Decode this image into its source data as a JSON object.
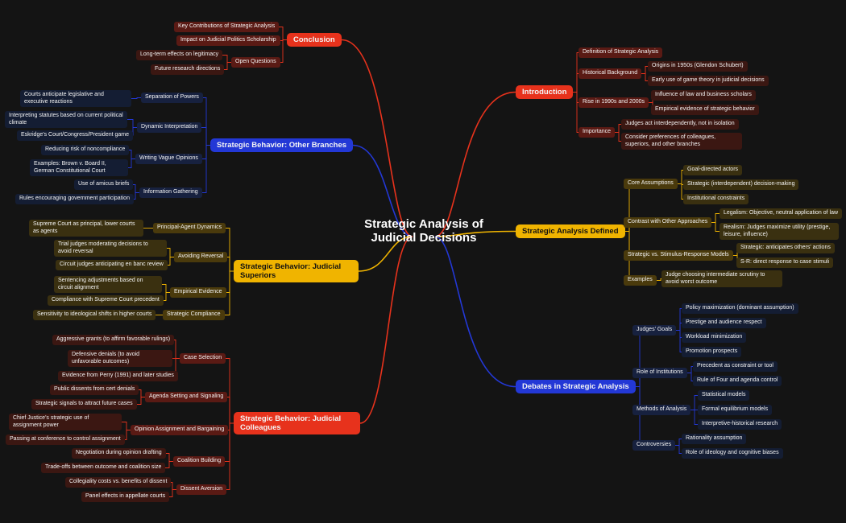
{
  "title": "Strategic Analysis of Judicial Decisions",
  "colors": {
    "red": "#e7321c",
    "yellow": "#f0b400",
    "blue": "#2338d6",
    "background": "#141414"
  },
  "branches": {
    "introduction": {
      "label": "Introduction",
      "definition": "Definition of Strategic Analysis",
      "historical": {
        "label": "Historical Background",
        "origins": "Origins in 1950s (Glendon Schubert)",
        "game_theory": "Early use of game theory in judicial decisions"
      },
      "rise": {
        "label": "Rise in 1990s and 2000s",
        "influence": "Influence of law and business scholars",
        "evidence": "Empirical evidence of strategic behavior"
      },
      "importance": {
        "label": "Importance",
        "interdependent": "Judges act interdependently, not in isolation",
        "preferences": "Consider preferences of colleagues, superiors, and other branches"
      }
    },
    "defined": {
      "label": "Strategic Analysis Defined",
      "core": {
        "label": "Core Assumptions",
        "goal": "Goal-directed actors",
        "strategic": "Strategic (interdependent) decision-making",
        "institutional": "Institutional constraints"
      },
      "contrast": {
        "label": "Contrast with Other Approaches",
        "legalism": "Legalism: Objective, neutral application of law",
        "realism": "Realism: Judges maximize utility (prestige, leisure, influence)"
      },
      "stimulus": {
        "label": "Strategic vs. Stimulus-Response Models",
        "strategic": "Strategic: anticipates others' actions",
        "sr": "S-R: direct response to case stimuli"
      },
      "examples": {
        "label": "Examples",
        "judge": "Judge choosing intermediate scrutiny to avoid worst outcome"
      }
    },
    "debates": {
      "label": "Debates in Strategic Analysis",
      "goals": {
        "label": "Judges' Goals",
        "policy": "Policy maximization (dominant assumption)",
        "prestige": "Prestige and audience respect",
        "workload": "Workload minimization",
        "promotion": "Promotion prospects"
      },
      "institutions": {
        "label": "Role of Institutions",
        "precedent": "Precedent as constraint or tool",
        "rule_four": "Rule of Four and agenda control"
      },
      "methods": {
        "label": "Methods of Analysis",
        "statistical": "Statistical models",
        "formal": "Formal equilibrium models",
        "interpretive": "Interpretive-historical research"
      },
      "controversies": {
        "label": "Controversies",
        "rationality": "Rationality assumption",
        "ideology": "Role of ideology and cognitive biases"
      }
    },
    "conclusion": {
      "label": "Conclusion",
      "contributions": "Key Contributions of Strategic Analysis",
      "impact": "Impact on Judicial Politics Scholarship",
      "open": {
        "label": "Open Questions",
        "legitimacy": "Long-term effects on legitimacy",
        "future": "Future research directions"
      }
    },
    "other_branches": {
      "label": "Strategic Behavior: Other Branches",
      "separation": {
        "label": "Separation of Powers",
        "anticipate": "Courts anticipate legislative and executive reactions"
      },
      "dynamic": {
        "label": "Dynamic Interpretation",
        "statutes": "Interpreting statutes based on current political climate",
        "eskridge": "Eskridge's Court/Congress/President game"
      },
      "vague": {
        "label": "Writing Vague Opinions",
        "noncompliance": "Reducing risk of noncompliance",
        "examples": "Examples: Brown v. Board II, German Constitutional Court"
      },
      "info": {
        "label": "Information Gathering",
        "amicus": "Use of amicus briefs",
        "rules": "Rules encouraging government participation"
      }
    },
    "superiors": {
      "label": "Strategic Behavior: Judicial Superiors",
      "principal": {
        "label": "Principal-Agent Dynamics",
        "supreme": "Supreme Court as principal, lower courts as agents"
      },
      "reversal": {
        "label": "Avoiding Reversal",
        "trial": "Trial judges moderating decisions to avoid reversal",
        "circuit": "Circuit judges anticipating en banc review"
      },
      "empirical": {
        "label": "Empirical Evidence",
        "sentencing": "Sentencing adjustments based on circuit alignment",
        "compliance": "Compliance with Supreme Court precedent"
      },
      "strategic_compliance": {
        "label": "Strategic Compliance",
        "sensitivity": "Sensitivity to ideological shifts in higher courts"
      }
    },
    "colleagues": {
      "label": "Strategic Behavior: Judicial Colleagues",
      "case_selection": {
        "label": "Case Selection",
        "aggressive": "Aggressive grants (to affirm favorable rulings)",
        "defensive": "Defensive denials (to avoid unfavorable outcomes)",
        "perry": "Evidence from Perry (1991) and later studies"
      },
      "agenda": {
        "label": "Agenda Setting and Signaling",
        "dissents": "Public dissents from cert denials",
        "signals": "Strategic signals to attract future cases"
      },
      "opinion": {
        "label": "Opinion Assignment and Bargaining",
        "chief": "Chief Justice's strategic use of assignment power",
        "passing": "Passing at conference to control assignment"
      },
      "coalition": {
        "label": "Coalition Building",
        "negotiation": "Negotiation during opinion drafting",
        "tradeoffs": "Trade-offs between outcome and coalition size"
      },
      "dissent": {
        "label": "Dissent Aversion",
        "collegiality": "Collegiality costs vs. benefits of dissent",
        "panel": "Panel effects in appellate courts"
      }
    }
  }
}
